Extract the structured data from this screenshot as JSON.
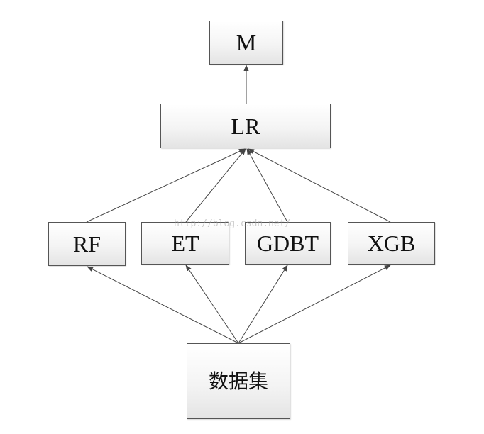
{
  "nodes": {
    "m": "M",
    "lr": "LR",
    "rf": "RF",
    "et": "ET",
    "gdbt": "GDBT",
    "xgb": "XGB",
    "dataset": "数据集"
  },
  "watermark": "http://blog.csdn.net/",
  "colors": {
    "edge": "#444444",
    "border": "#555555",
    "text": "#111111"
  }
}
